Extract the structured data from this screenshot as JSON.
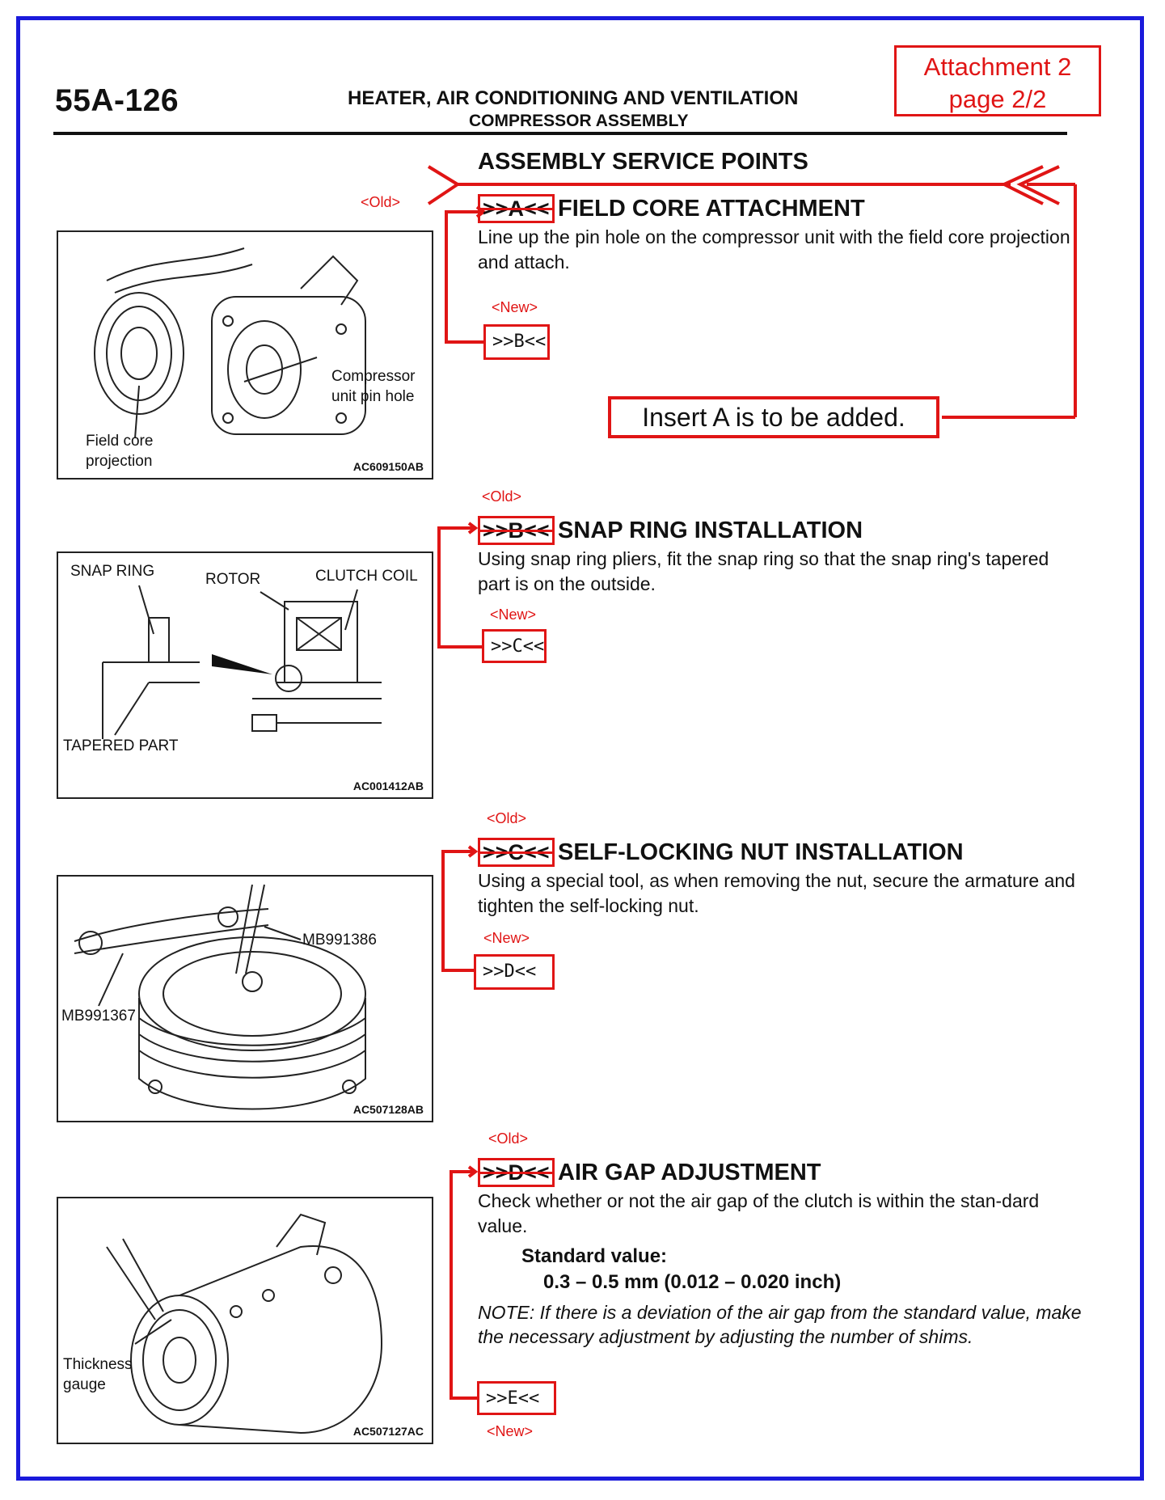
{
  "header": {
    "page_number": "55A-126",
    "title_line1": "HEATER, AIR CONDITIONING AND VENTILATION",
    "title_line2": "COMPRESSOR ASSEMBLY",
    "attachment_line1": "Attachment 2",
    "attachment_line2": "page 2/2"
  },
  "section_title": "ASSEMBLY SERVICE POINTS",
  "insert_note": "Insert A is to be added.",
  "steps": [
    {
      "old_tag": "<Old>",
      "old_marker": ">>A<<",
      "heading": "FIELD CORE ATTACHMENT",
      "body": "Line up the pin hole on the compressor unit with the field core projection and attach.",
      "new_tag": "<New>",
      "new_marker": ">>B<<",
      "figure": {
        "code": "AC609150AB",
        "labels": [
          "Compressor",
          "unit pin hole",
          "Field core",
          "projection"
        ]
      }
    },
    {
      "old_tag": "<Old>",
      "old_marker": ">>B<<",
      "heading": "SNAP RING INSTALLATION",
      "body": "Using snap ring pliers, fit the snap ring so that the snap ring's tapered part is on the outside.",
      "new_tag": "<New>",
      "new_marker": ">>C<<",
      "figure": {
        "code": "AC001412AB",
        "labels": [
          "SNAP RING",
          "ROTOR",
          "CLUTCH COIL",
          "TAPERED PART"
        ]
      }
    },
    {
      "old_tag": "<Old>",
      "old_marker": ">>C<<",
      "heading": "SELF-LOCKING NUT INSTALLATION",
      "body": "Using a special tool, as when removing the nut, secure the armature and tighten the self-locking nut.",
      "new_tag": "<New>",
      "new_marker": ">>D<<",
      "figure": {
        "code": "AC507128AB",
        "labels": [
          "MB991386",
          "MB991367"
        ]
      }
    },
    {
      "old_tag": "<Old>",
      "old_marker": ">>D<<",
      "heading": "AIR GAP ADJUSTMENT",
      "body": "Check whether or not the air gap of the clutch is within the stan-dard value.",
      "std_label": "Standard value:",
      "std_value": "0.3 – 0.5 mm (0.012 – 0.020 inch)",
      "note": "NOTE: If there is a deviation of the air gap from the standard value, make the necessary adjustment by adjusting the number of shims.",
      "new_tag": "<New>",
      "new_marker": ">>E<<",
      "figure": {
        "code": "AC507127AC",
        "labels": [
          "Thickness",
          "gauge"
        ]
      }
    }
  ],
  "colors": {
    "frame": "#1a1adb",
    "annotation": "#e01515"
  }
}
